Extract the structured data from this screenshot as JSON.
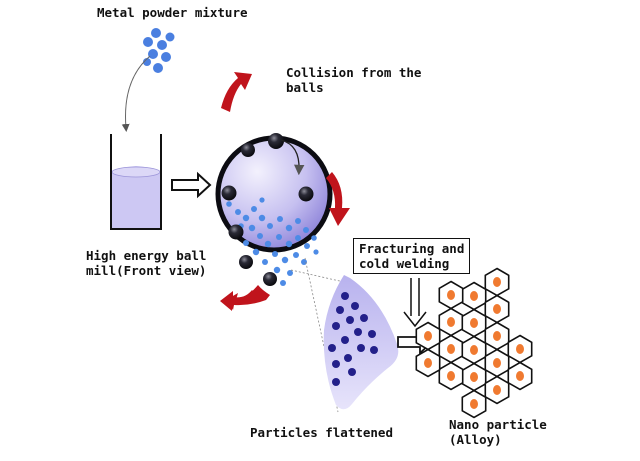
{
  "labels": {
    "powder": "Metal powder mixture",
    "collision_1": "Collision from the",
    "collision_2": "balls",
    "mill_1": "High energy ball",
    "mill_2": "mill(Front view)",
    "process_1": "Fracturing and",
    "process_2": "cold welding",
    "flattened": "Particles flattened",
    "nano_1": "Nano particle",
    "nano_2": "(Alloy)"
  },
  "colors": {
    "powder_blue": "#4a7fe0",
    "liquid": "#c9c4f2",
    "drum_gradient_light": "#eceafc",
    "drum_gradient_dark": "#8a80d8",
    "rotation_arrow": "#c0141c",
    "flattened_particle": "#23208a",
    "nano_core": "#f07a30"
  }
}
